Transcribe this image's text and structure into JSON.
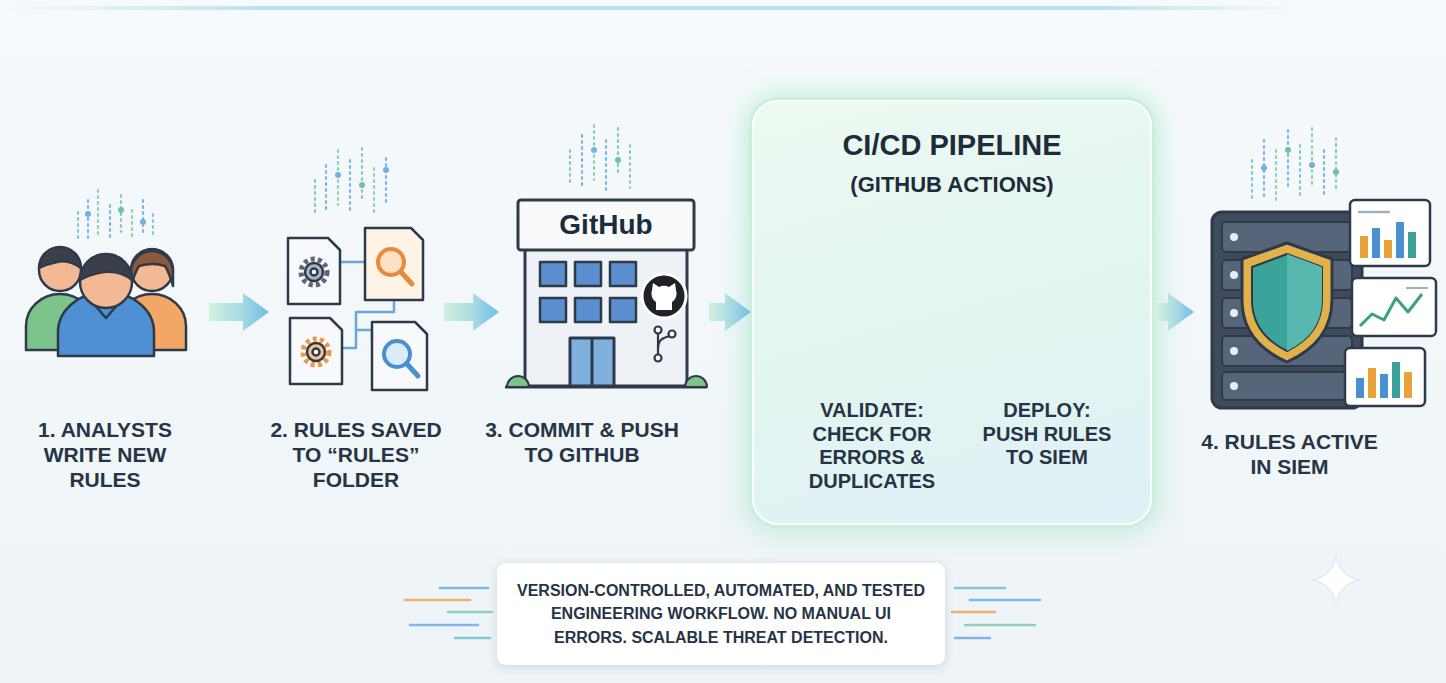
{
  "diagram": {
    "caption": "VERSION-CONTROLLED, AUTOMATED, AND TESTED ENGINEERING WORKFLOW. NO MANUAL UI ERRORS. SCALABLE THREAT DETECTION.",
    "nodes": [
      {
        "text": [
          "1. ANALYSTS WRITE NEW RULES"
        ]
      },
      {
        "text": [
          "2. RULES SAVED TO “RULES” FOLDER"
        ]
      },
      {
        "text": [
          "3. COMMIT & PUSH TO GITHUB"
        ]
      },
      {
        "text": [
          "CI/CD PIPELINE",
          "(GITHUB ACTIONS)"
        ]
      },
      {
        "text": [
          "VALIDATE: CHECK FOR ERRORS & DUPLICATES"
        ],
        "in": 3
      },
      {
        "text": [
          "DEPLOY: PUSH RULES TO SIEM"
        ],
        "in": 3
      },
      {
        "text": [
          "4. RULES ACTIVE IN SIEM"
        ]
      }
    ],
    "edges": [
      {
        "from": 0,
        "to": 1,
        "arrow": "to"
      },
      {
        "from": 1,
        "to": 2,
        "arrow": "to"
      },
      {
        "from": 2,
        "to": 3,
        "arrow": "to"
      },
      {
        "from": 3,
        "to": 6,
        "arrow": "to"
      }
    ],
    "labels": [
      "GitHub"
    ]
  }
}
